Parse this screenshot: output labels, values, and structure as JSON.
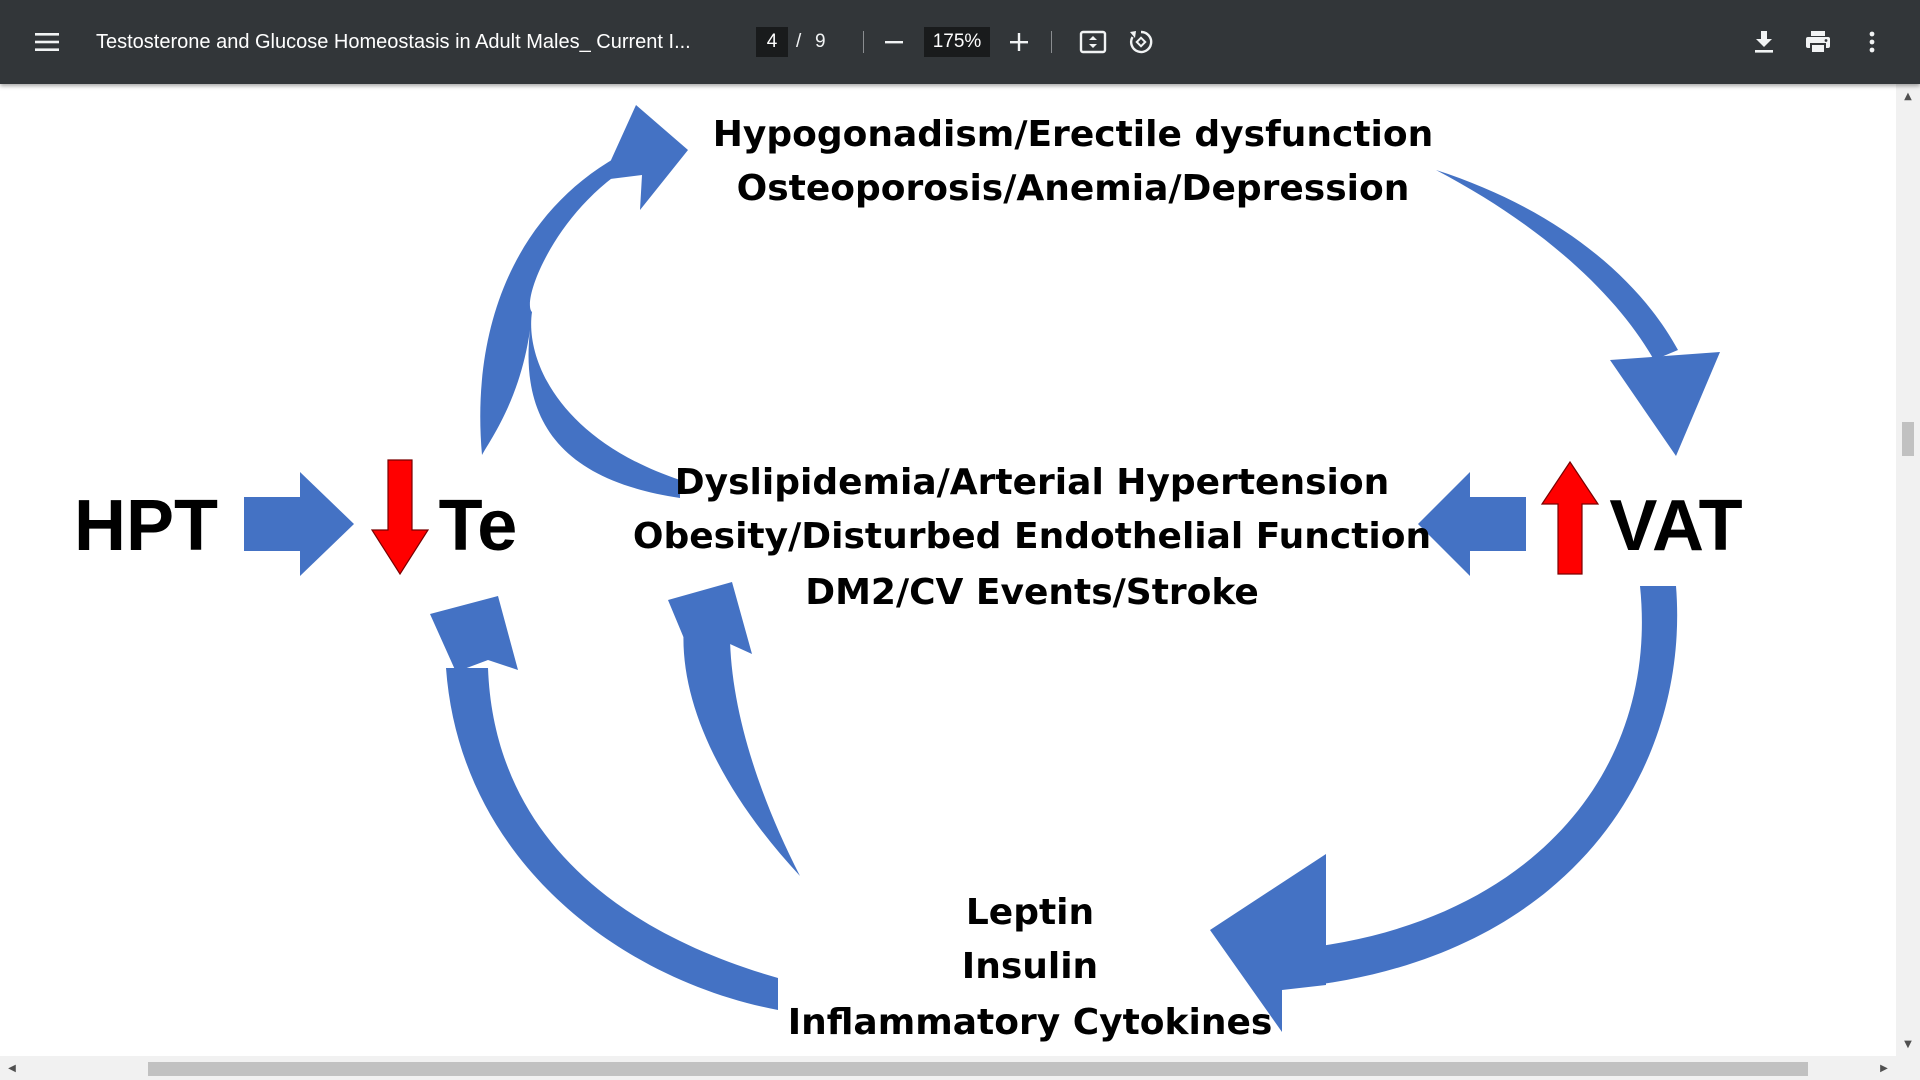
{
  "toolbar": {
    "title": "Testosterone and Glucose Homeostasis in Adult Males_ Current I...",
    "page_current": "4",
    "page_separator": "/",
    "page_total": "9",
    "zoom": "175%",
    "icons": {
      "menu": "menu-icon",
      "zoom_out": "minus-icon",
      "zoom_in": "plus-icon",
      "fit": "fit-page-icon",
      "rotate": "rotate-icon",
      "download": "download-icon",
      "print": "print-icon",
      "more": "more-vert-icon"
    },
    "background": "#323639"
  },
  "figure": {
    "top_text_1": "Hypogonadism/Erectile dysfunction",
    "top_text_2": "Osteoporosis/Anemia/Depression",
    "hpt": "HPT",
    "te": "Te",
    "vat": "VAT",
    "mid_text_1": "Dyslipidemia/Arterial Hypertension",
    "mid_text_2": "Obesity/Disturbed Endothelial Function",
    "mid_text_3": "DM2/CV Events/Stroke",
    "bottom_text_1": "Leptin",
    "bottom_text_2": "Insulin",
    "bottom_text_3": "Inflammatory Cytokines",
    "colors": {
      "arrow_blue": "#4472c4",
      "arrow_red": "#ff0000"
    }
  }
}
